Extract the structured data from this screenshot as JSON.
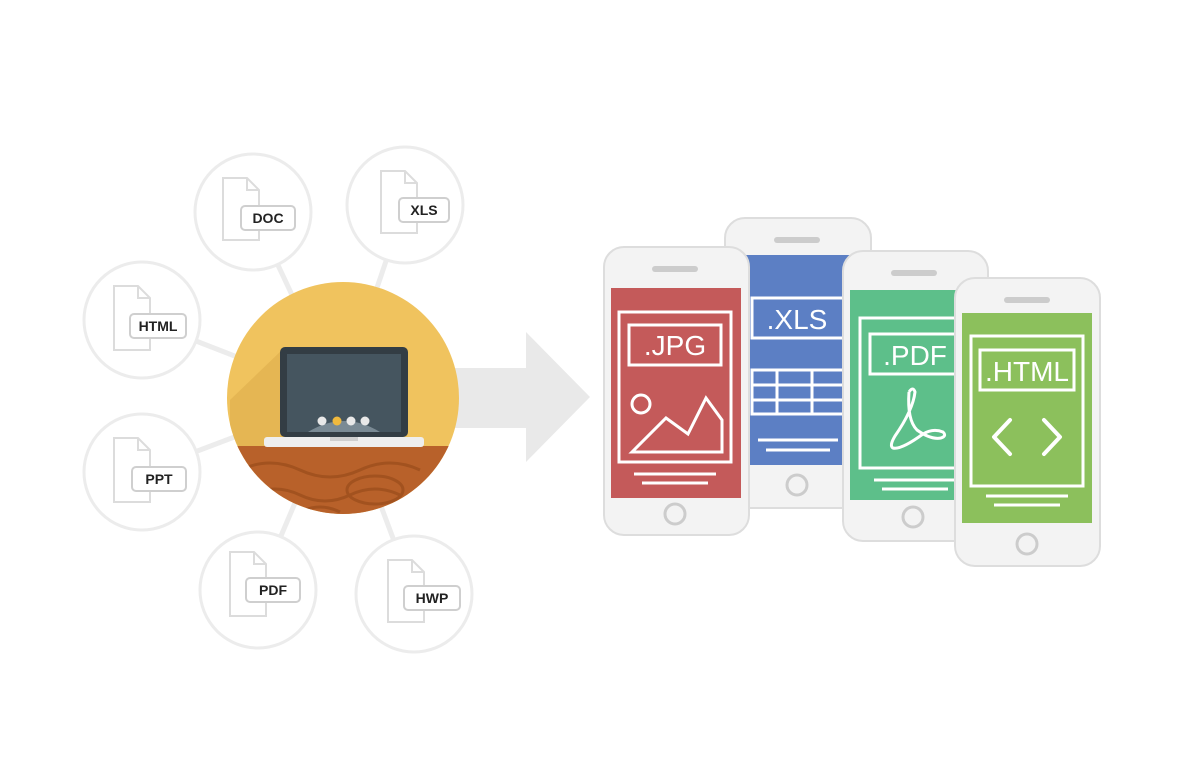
{
  "source_formats": [
    {
      "id": "doc",
      "label": "DOC"
    },
    {
      "id": "xls",
      "label": "XLS"
    },
    {
      "id": "html",
      "label": "HTML"
    },
    {
      "id": "ppt",
      "label": "PPT"
    },
    {
      "id": "pdf",
      "label": "PDF"
    },
    {
      "id": "hwp",
      "label": "HWP"
    }
  ],
  "output_formats": [
    {
      "id": "jpg",
      "label": ".JPG",
      "color": "#c45a5a"
    },
    {
      "id": "xls",
      "label": ".XLS",
      "color": "#5c7fc4"
    },
    {
      "id": "pdf",
      "label": ".PDF",
      "color": "#5dbf8a"
    },
    {
      "id": "html",
      "label": ".HTML",
      "color": "#8cc05c"
    }
  ],
  "colors": {
    "node_ring": "#ececec",
    "hub_background": "#f0c35e",
    "desk": "#b8612a",
    "laptop_screen": "#45555f",
    "arrow": "#e9e9e9",
    "phone_body": "#f3f3f3",
    "phone_outline": "#dddddd"
  },
  "icons": {
    "hub": "laptop-on-desk-icon",
    "arrow": "convert-arrow-icon",
    "source_file": "file-icon",
    "jpg": "image-landscape-icon",
    "xls": "spreadsheet-grid-icon",
    "pdf": "acrobat-icon",
    "html": "code-brackets-icon"
  }
}
